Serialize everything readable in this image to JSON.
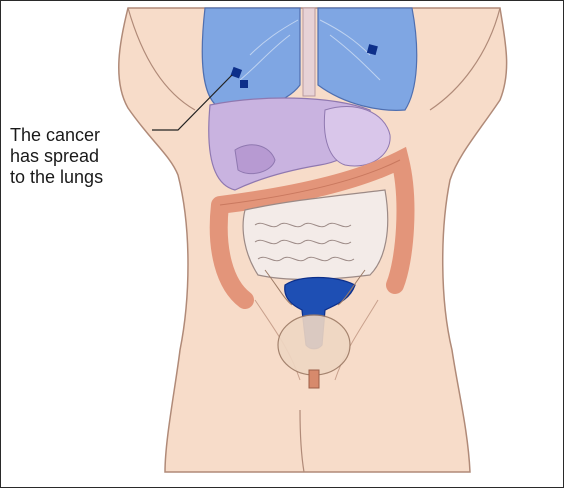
{
  "callout": {
    "lines": [
      "The cancer",
      "has spread",
      "to the lungs"
    ]
  },
  "colors": {
    "skin": "#f7dcc9",
    "skin_outline": "#b08a78",
    "lung": "#7fa6e3",
    "tumor": "#0d2f8a",
    "liver": "#c9b3e0",
    "colon": "#e3957a",
    "intestine": "#f3ebe8",
    "uterus": "#1e4fb4"
  }
}
